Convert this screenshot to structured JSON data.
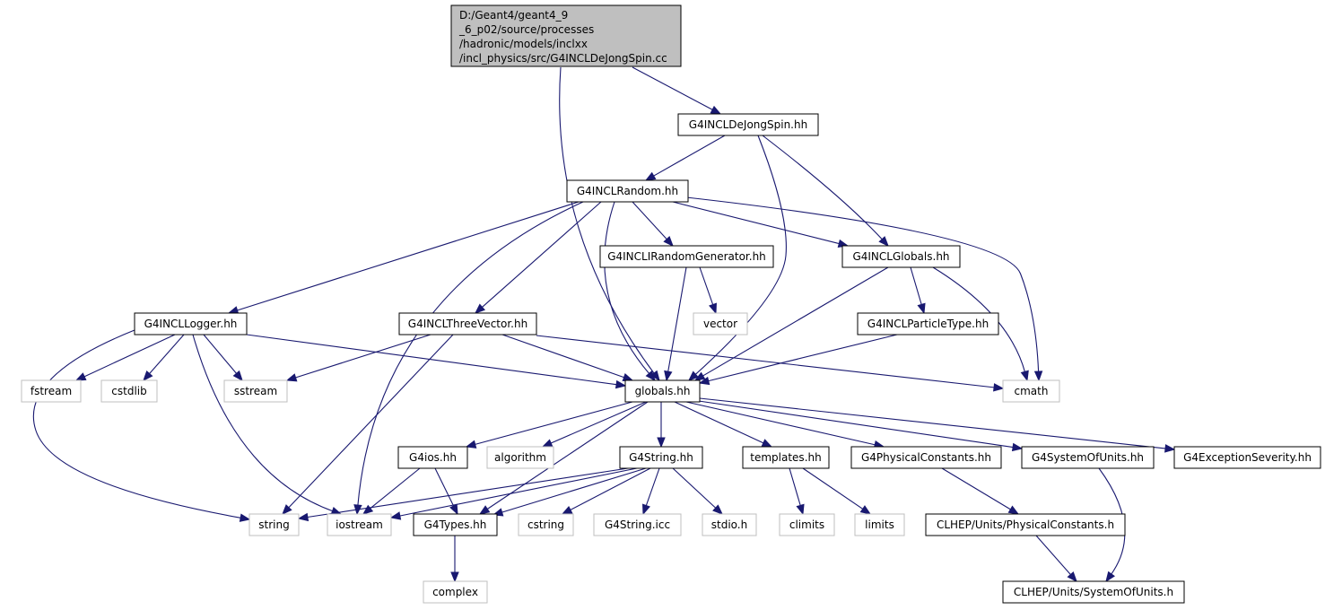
{
  "colors": {
    "edge": "#191970",
    "root_fill": "#bfbfbf",
    "node_border": "#000000",
    "external_border": "#bfbfbf"
  },
  "nodes": {
    "root": [
      "D:/Geant4/geant4_9",
      "_6_p02/source/processes",
      "/hadronic/models/inclxx",
      "/incl_physics/src/G4INCLDeJongSpin.cc"
    ],
    "dejongspin": "G4INCLDeJongSpin.hh",
    "random": "G4INCLRandom.hh",
    "irandomgenerator": "G4INCLIRandomGenerator.hh",
    "inclglobals": "G4INCLGlobals.hh",
    "logger": "G4INCLLogger.hh",
    "threevector": "G4INCLThreeVector.hh",
    "vector": "vector",
    "particletype": "G4INCLParticleType.hh",
    "fstream": "fstream",
    "cstdlib": "cstdlib",
    "sstream": "sstream",
    "globals": "globals.hh",
    "cmath": "cmath",
    "g4ios": "G4ios.hh",
    "algorithm": "algorithm",
    "g4string": "G4String.hh",
    "templates": "templates.hh",
    "physconst": "G4PhysicalConstants.hh",
    "sysunits": "G4SystemOfUnits.hh",
    "exceptionseverity": "G4ExceptionSeverity.hh",
    "string": "string",
    "iostream": "iostream",
    "g4types": "G4Types.hh",
    "cstring": "cstring",
    "g4stringicc": "G4String.icc",
    "stdio": "stdio.h",
    "climits": "climits",
    "limits": "limits",
    "clhep_physconst": "CLHEP/Units/PhysicalConstants.h",
    "clhep_units": "CLHEP/Units/SystemOfUnits.h",
    "complex": "complex"
  }
}
